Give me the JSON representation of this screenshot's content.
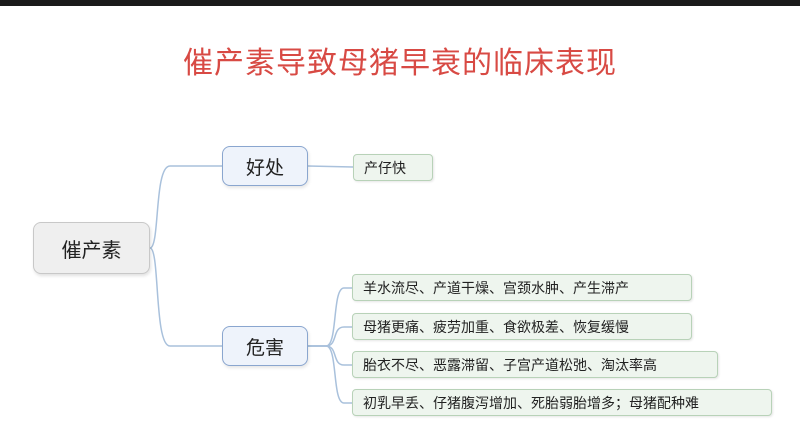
{
  "diagram": {
    "title": "催产素导致母猪早衰的临床表现",
    "root": "催产素",
    "branches": [
      {
        "label": "好处",
        "leaves": [
          "产仔快"
        ]
      },
      {
        "label": "危害",
        "leaves": [
          "羊水流尽、产道干燥、宫颈水肿、产生滞产",
          "母猪更痛、疲劳加重、食欲极差、恢复缓慢",
          "胎衣不尽、恶露滞留、子宫产道松弛、淘汰率高",
          "初乳早丢、仔猪腹泻增加、死胎弱胎增多；母猪配种难"
        ]
      }
    ]
  },
  "colors": {
    "title": "#d84a44",
    "connector": "#a9c1dc",
    "branch_border": "#8aa6cf",
    "leaf_border": "#b8d2b8"
  }
}
